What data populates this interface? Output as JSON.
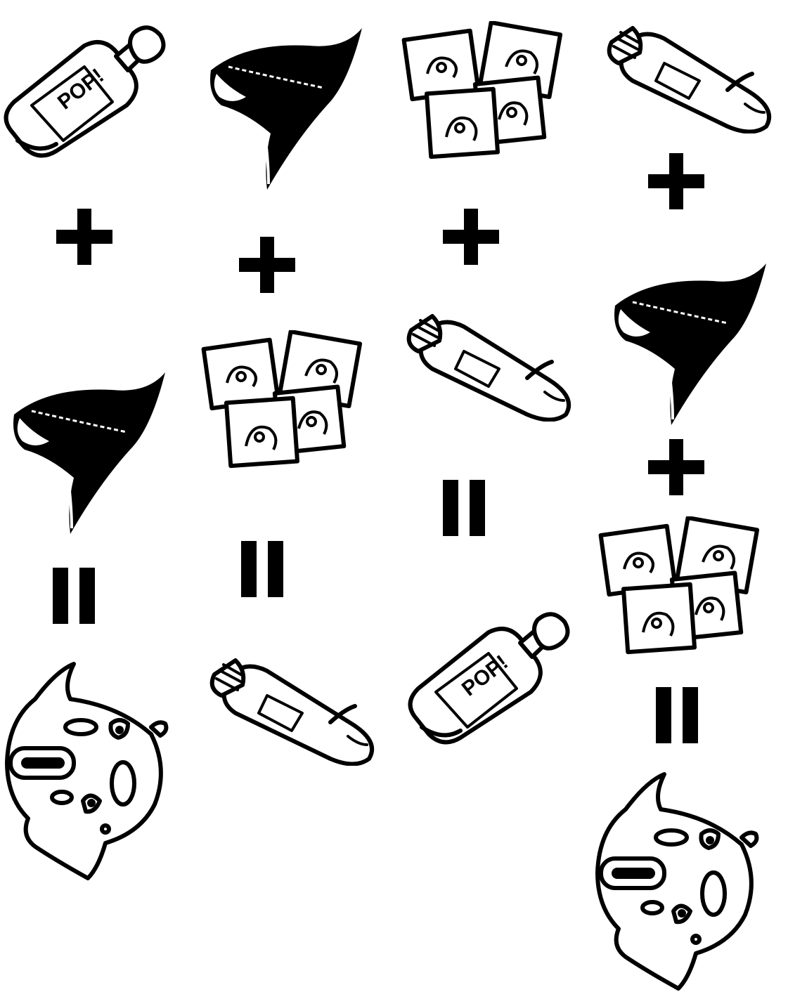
{
  "puzzle": {
    "columns": [
      {
        "name": "column-1",
        "sequence": [
          "bottle",
          "plus",
          "funnel",
          "equals",
          "creature"
        ]
      },
      {
        "name": "column-2",
        "sequence": [
          "funnel",
          "plus",
          "packets",
          "equals",
          "tube"
        ]
      },
      {
        "name": "column-3",
        "sequence": [
          "packets",
          "plus",
          "tube",
          "equals",
          "bottle"
        ]
      },
      {
        "name": "column-4",
        "sequence": [
          "tube",
          "plus",
          "funnel",
          "plus",
          "packets",
          "equals",
          "creature"
        ]
      }
    ],
    "operators": {
      "plus": "+",
      "equals": "="
    },
    "bottle_label": "POP!",
    "icons": {
      "bottle": "bottle-icon",
      "funnel": "black-funnel-icon",
      "packets": "square-packets-icon",
      "tube": "tube-icon",
      "creature": "ghost-creature-icon"
    },
    "colors": {
      "ink": "#000000",
      "paper": "#ffffff"
    }
  }
}
